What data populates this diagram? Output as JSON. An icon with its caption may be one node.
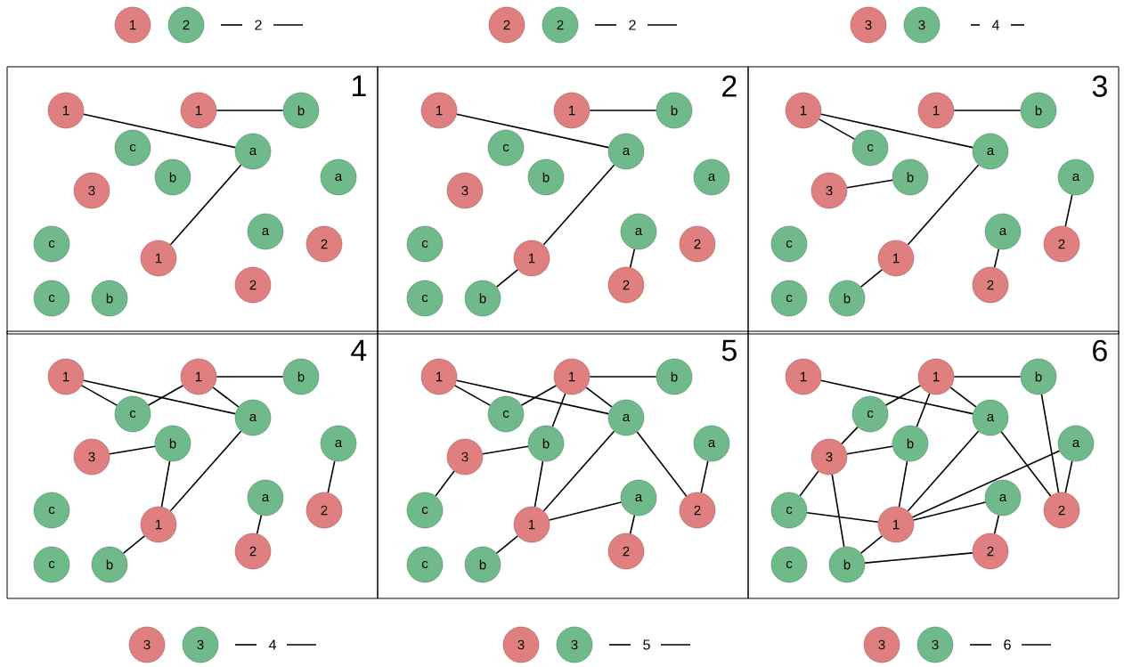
{
  "diagram": {
    "nodes": [
      {
        "text": [
          "1"
        ]
      },
      {
        "text": [
          "2"
        ]
      },
      {
        "text": [
          "2"
        ]
      },
      {
        "text": [
          "2"
        ]
      },
      {
        "text": [
          "3"
        ]
      },
      {
        "text": [
          "3"
        ]
      },
      {
        "text": [
          "1"
        ]
      },
      {
        "text": [
          "1"
        ],
        "in": 6
      },
      {
        "text": [
          "1"
        ],
        "in": 6
      },
      {
        "text": [
          "b"
        ],
        "in": 6
      },
      {
        "text": [
          "c"
        ],
        "in": 6
      },
      {
        "text": [
          "a"
        ],
        "in": 6
      },
      {
        "text": [
          "b"
        ],
        "in": 6
      },
      {
        "text": [
          "a"
        ],
        "in": 6
      },
      {
        "text": [
          "3"
        ],
        "in": 6
      },
      {
        "text": [
          "a"
        ],
        "in": 6
      },
      {
        "text": [
          "c"
        ],
        "in": 6
      },
      {
        "text": [
          "2"
        ],
        "in": 6
      },
      {
        "text": [
          "1"
        ],
        "in": 6
      },
      {
        "text": [
          "2"
        ],
        "in": 6
      },
      {
        "text": [
          "c"
        ],
        "in": 6
      },
      {
        "text": [
          "b"
        ],
        "in": 6
      },
      {
        "text": [
          "2"
        ]
      },
      {
        "text": [
          "1"
        ],
        "in": 22
      },
      {
        "text": [
          "1"
        ],
        "in": 22
      },
      {
        "text": [
          "b"
        ],
        "in": 22
      },
      {
        "text": [
          "c"
        ],
        "in": 22
      },
      {
        "text": [
          "a"
        ],
        "in": 22
      },
      {
        "text": [
          "b"
        ],
        "in": 22
      },
      {
        "text": [
          "a"
        ],
        "in": 22
      },
      {
        "text": [
          "3"
        ],
        "in": 22
      },
      {
        "text": [
          "a"
        ],
        "in": 22
      },
      {
        "text": [
          "c"
        ],
        "in": 22
      },
      {
        "text": [
          "2"
        ],
        "in": 22
      },
      {
        "text": [
          "1"
        ],
        "in": 22
      },
      {
        "text": [
          "2"
        ],
        "in": 22
      },
      {
        "text": [
          "c"
        ],
        "in": 22
      },
      {
        "text": [
          "b"
        ],
        "in": 22
      },
      {
        "text": [
          "3"
        ]
      },
      {
        "text": [
          "1"
        ],
        "in": 38
      },
      {
        "text": [
          "1"
        ],
        "in": 38
      },
      {
        "text": [
          "b"
        ],
        "in": 38
      },
      {
        "text": [
          "c"
        ],
        "in": 38
      },
      {
        "text": [
          "a"
        ],
        "in": 38
      },
      {
        "text": [
          "b"
        ],
        "in": 38
      },
      {
        "text": [
          "a"
        ],
        "in": 38
      },
      {
        "text": [
          "3"
        ],
        "in": 38
      },
      {
        "text": [
          "a"
        ],
        "in": 38
      },
      {
        "text": [
          "c"
        ],
        "in": 38
      },
      {
        "text": [
          "2"
        ],
        "in": 38
      },
      {
        "text": [
          "1"
        ],
        "in": 38
      },
      {
        "text": [
          "2"
        ],
        "in": 38
      },
      {
        "text": [
          "c"
        ],
        "in": 38
      },
      {
        "text": [
          "b"
        ],
        "in": 38
      },
      {
        "text": [
          "4"
        ]
      },
      {
        "text": [
          "1"
        ],
        "in": 54
      },
      {
        "text": [
          "1"
        ],
        "in": 54
      },
      {
        "text": [
          "b"
        ],
        "in": 54
      },
      {
        "text": [
          "c"
        ],
        "in": 54
      },
      {
        "text": [
          "a"
        ],
        "in": 54
      },
      {
        "text": [
          "b"
        ],
        "in": 54
      },
      {
        "text": [
          "a"
        ],
        "in": 54
      },
      {
        "text": [
          "3"
        ],
        "in": 54
      },
      {
        "text": [
          "a"
        ],
        "in": 54
      },
      {
        "text": [
          "c"
        ],
        "in": 54
      },
      {
        "text": [
          "2"
        ],
        "in": 54
      },
      {
        "text": [
          "1"
        ],
        "in": 54
      },
      {
        "text": [
          "2"
        ],
        "in": 54
      },
      {
        "text": [
          "c"
        ],
        "in": 54
      },
      {
        "text": [
          "b"
        ],
        "in": 54
      },
      {
        "text": [
          "5"
        ]
      },
      {
        "text": [
          "1"
        ],
        "in": 70
      },
      {
        "text": [
          "1"
        ],
        "in": 70
      },
      {
        "text": [
          "b"
        ],
        "in": 70
      },
      {
        "text": [
          "c"
        ],
        "in": 70
      },
      {
        "text": [
          "a"
        ],
        "in": 70
      },
      {
        "text": [
          "b"
        ],
        "in": 70
      },
      {
        "text": [
          "a"
        ],
        "in": 70
      },
      {
        "text": [
          "3"
        ],
        "in": 70
      },
      {
        "text": [
          "a"
        ],
        "in": 70
      },
      {
        "text": [
          "c"
        ],
        "in": 70
      },
      {
        "text": [
          "2"
        ],
        "in": 70
      },
      {
        "text": [
          "1"
        ],
        "in": 70
      },
      {
        "text": [
          "2"
        ],
        "in": 70
      },
      {
        "text": [
          "c"
        ],
        "in": 70
      },
      {
        "text": [
          "b"
        ],
        "in": 70
      },
      {
        "text": [
          "6"
        ]
      },
      {
        "text": [
          "1"
        ],
        "in": 86
      },
      {
        "text": [
          "1"
        ],
        "in": 86
      },
      {
        "text": [
          "b"
        ],
        "in": 86
      },
      {
        "text": [
          "c"
        ],
        "in": 86
      },
      {
        "text": [
          "a"
        ],
        "in": 86
      },
      {
        "text": [
          "b"
        ],
        "in": 86
      },
      {
        "text": [
          "a"
        ],
        "in": 86
      },
      {
        "text": [
          "3"
        ],
        "in": 86
      },
      {
        "text": [
          "a"
        ],
        "in": 86
      },
      {
        "text": [
          "c"
        ],
        "in": 86
      },
      {
        "text": [
          "2"
        ],
        "in": 86
      },
      {
        "text": [
          "1"
        ],
        "in": 86
      },
      {
        "text": [
          "2"
        ],
        "in": 86
      },
      {
        "text": [
          "c"
        ],
        "in": 86
      },
      {
        "text": [
          "b"
        ],
        "in": 86
      },
      {
        "text": [
          "3"
        ]
      },
      {
        "text": [
          "3"
        ]
      },
      {
        "text": [
          "3"
        ]
      },
      {
        "text": [
          "3"
        ]
      },
      {
        "text": [
          "3"
        ]
      },
      {
        "text": [
          "3"
        ]
      }
    ],
    "edges": [
      {
        "from": 7,
        "to": 11,
        "arrow": "none"
      },
      {
        "from": 8,
        "to": 9,
        "arrow": "none"
      },
      {
        "from": 11,
        "to": 18,
        "arrow": "none"
      },
      {
        "from": 23,
        "to": 27,
        "arrow": "none"
      },
      {
        "from": 24,
        "to": 25,
        "arrow": "none"
      },
      {
        "from": 27,
        "to": 34,
        "arrow": "none"
      },
      {
        "from": 34,
        "to": 37,
        "arrow": "none"
      },
      {
        "from": 31,
        "to": 35,
        "arrow": "none"
      },
      {
        "from": 39,
        "to": 43,
        "arrow": "none"
      },
      {
        "from": 40,
        "to": 41,
        "arrow": "none"
      },
      {
        "from": 43,
        "to": 50,
        "arrow": "none"
      },
      {
        "from": 50,
        "to": 53,
        "arrow": "none"
      },
      {
        "from": 47,
        "to": 51,
        "arrow": "none"
      },
      {
        "from": 39,
        "to": 42,
        "arrow": "none"
      },
      {
        "from": 46,
        "to": 44,
        "arrow": "none"
      },
      {
        "from": 45,
        "to": 49,
        "arrow": "none"
      },
      {
        "from": 55,
        "to": 59,
        "arrow": "none"
      },
      {
        "from": 56,
        "to": 57,
        "arrow": "none"
      },
      {
        "from": 59,
        "to": 66,
        "arrow": "none"
      },
      {
        "from": 66,
        "to": 69,
        "arrow": "none"
      },
      {
        "from": 63,
        "to": 67,
        "arrow": "none"
      },
      {
        "from": 55,
        "to": 58,
        "arrow": "none"
      },
      {
        "from": 62,
        "to": 60,
        "arrow": "none"
      },
      {
        "from": 61,
        "to": 65,
        "arrow": "none"
      },
      {
        "from": 56,
        "to": 58,
        "arrow": "none"
      },
      {
        "from": 56,
        "to": 59,
        "arrow": "none"
      },
      {
        "from": 60,
        "to": 66,
        "arrow": "none"
      },
      {
        "from": 71,
        "to": 75,
        "arrow": "none"
      },
      {
        "from": 72,
        "to": 73,
        "arrow": "none"
      },
      {
        "from": 75,
        "to": 82,
        "arrow": "none"
      },
      {
        "from": 82,
        "to": 85,
        "arrow": "none"
      },
      {
        "from": 79,
        "to": 83,
        "arrow": "none"
      },
      {
        "from": 71,
        "to": 74,
        "arrow": "none"
      },
      {
        "from": 78,
        "to": 76,
        "arrow": "none"
      },
      {
        "from": 77,
        "to": 81,
        "arrow": "none"
      },
      {
        "from": 72,
        "to": 74,
        "arrow": "none"
      },
      {
        "from": 72,
        "to": 75,
        "arrow": "none"
      },
      {
        "from": 76,
        "to": 82,
        "arrow": "none"
      },
      {
        "from": 72,
        "to": 76,
        "arrow": "none"
      },
      {
        "from": 78,
        "to": 80,
        "arrow": "none"
      },
      {
        "from": 75,
        "to": 81,
        "arrow": "none"
      },
      {
        "from": 79,
        "to": 82,
        "arrow": "none"
      },
      {
        "from": 87,
        "to": 91,
        "arrow": "none"
      },
      {
        "from": 88,
        "to": 89,
        "arrow": "none"
      },
      {
        "from": 88,
        "to": 90,
        "arrow": "none"
      },
      {
        "from": 88,
        "to": 91,
        "arrow": "none"
      },
      {
        "from": 88,
        "to": 92,
        "arrow": "none"
      },
      {
        "from": 89,
        "to": 97,
        "arrow": "none"
      },
      {
        "from": 90,
        "to": 94,
        "arrow": "none"
      },
      {
        "from": 94,
        "to": 92,
        "arrow": "none"
      },
      {
        "from": 94,
        "to": 96,
        "arrow": "none"
      },
      {
        "from": 94,
        "to": 101,
        "arrow": "none"
      },
      {
        "from": 96,
        "to": 98,
        "arrow": "none"
      },
      {
        "from": 92,
        "to": 98,
        "arrow": "none"
      },
      {
        "from": 91,
        "to": 98,
        "arrow": "none"
      },
      {
        "from": 93,
        "to": 98,
        "arrow": "none"
      },
      {
        "from": 95,
        "to": 98,
        "arrow": "none"
      },
      {
        "from": 98,
        "to": 101,
        "arrow": "none"
      },
      {
        "from": 101,
        "to": 99,
        "arrow": "none"
      },
      {
        "from": 95,
        "to": 99,
        "arrow": "none"
      },
      {
        "from": 91,
        "to": 97,
        "arrow": "none"
      },
      {
        "from": 93,
        "to": 97,
        "arrow": "none"
      }
    ],
    "labels": [
      "2",
      "2",
      "4",
      "4",
      "5",
      "6"
    ]
  }
}
